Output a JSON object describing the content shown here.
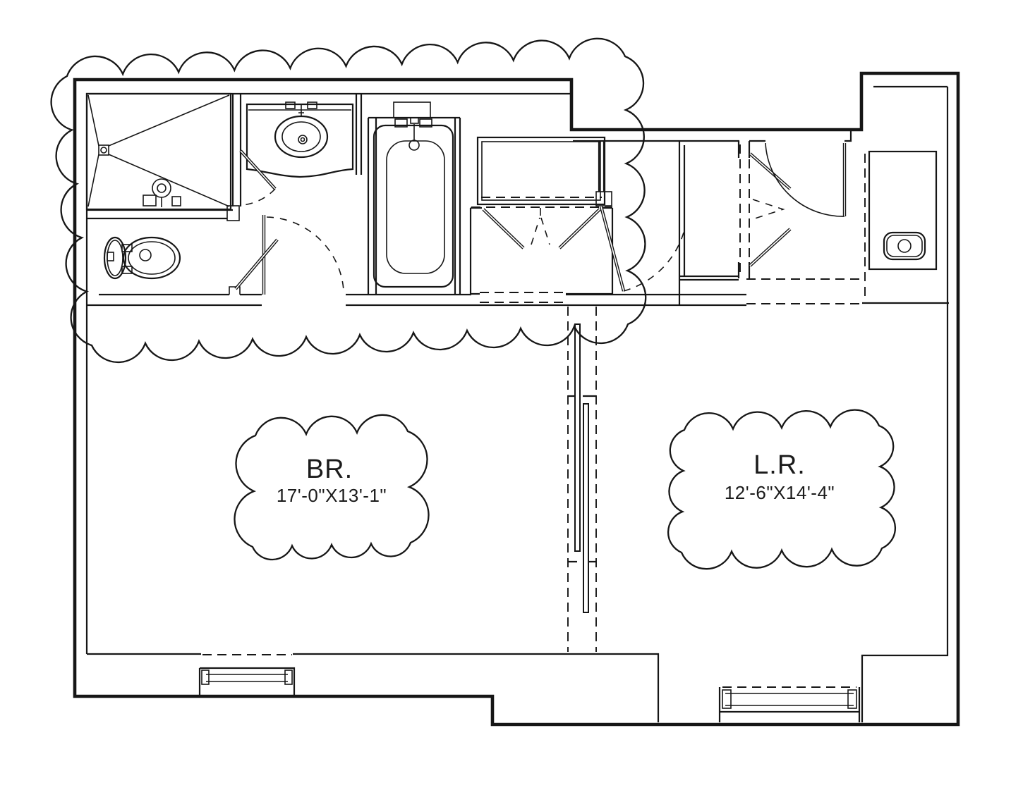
{
  "page": {
    "background": "#ffffff",
    "ink_color": "#161616"
  },
  "plan": {
    "rooms": {
      "bedroom": {
        "label": "BR.",
        "dimensions": "17'-0\"X13'-1\""
      },
      "living_room": {
        "label": "L.R.",
        "dimensions": "12'-6\"X14'-4\""
      }
    },
    "fixtures": {
      "shower": "corner-shower-pan-with-drain",
      "toilet": "toilet-tank-and-bowl",
      "vanity": "vanity-counter-oval-sink",
      "bathtub": "bathtub-with-faucet",
      "closet_left": "bifold-door-closet",
      "closet_right": "bifold-door-closet",
      "entry_door": "hinged-door-open-with-swing-arc",
      "bathroom_door": "hinged-door-open-with-dashed-swing",
      "bar_sink": "small-sink-on-counter",
      "sliding_door": "bypass-sliding-door-panels",
      "window_bedroom": "double-line-window",
      "window_living_room": "double-line-window",
      "revision_clouds": [
        "bathroom-area-cloud",
        "bedroom-label-cloud",
        "living-room-label-cloud"
      ]
    }
  }
}
